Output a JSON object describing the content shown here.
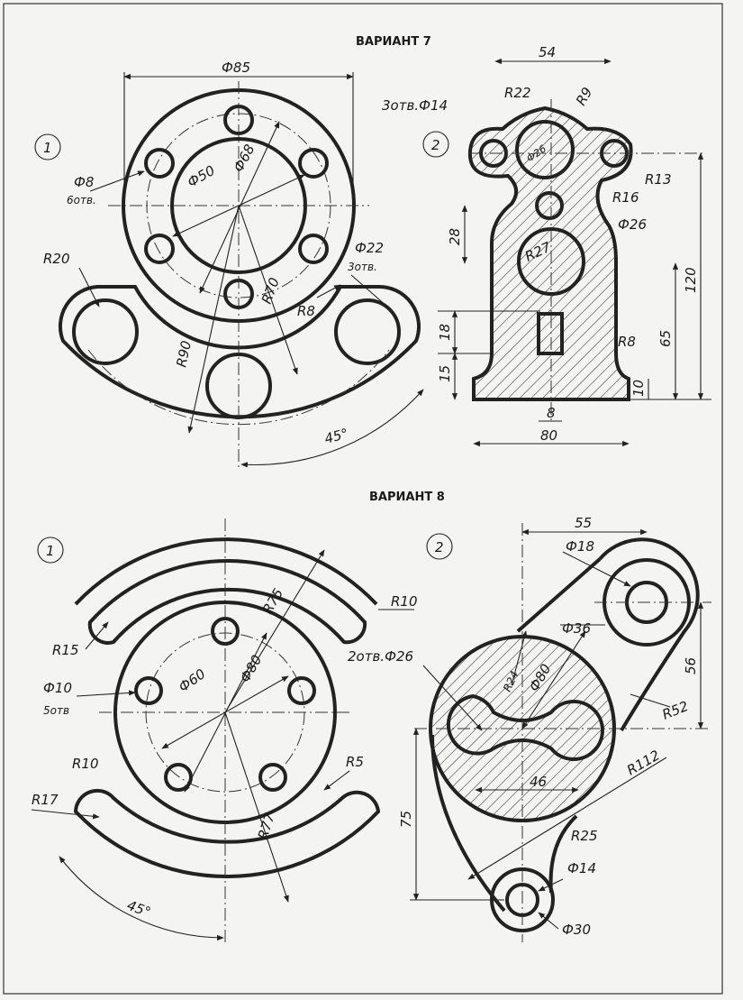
{
  "variant7": {
    "title": "ВАРИАНТ 7",
    "part1": {
      "number": "1",
      "labels": [
        "Ф85",
        "Ф8",
        "6отв.",
        "Ф50",
        "Ф68",
        "R20",
        "Ф22",
        "3отв.",
        "R70",
        "R8",
        "R90",
        "45°"
      ]
    },
    "part2": {
      "number": "2",
      "labels": [
        "54",
        "R22",
        "R9",
        "3отв.Ф14",
        "Ф26",
        "R13",
        "R16",
        "Ф26",
        "28",
        "R27",
        "120",
        "18",
        "65",
        "R8",
        "15",
        "10",
        "8",
        "80"
      ]
    }
  },
  "variant8": {
    "title": "ВАРИАНТ 8",
    "part1": {
      "number": "1",
      "labels": [
        "R10",
        "R75",
        "R15",
        "Ф60",
        "Ф80",
        "Ф10",
        "5отв",
        "R10",
        "R5",
        "R17",
        "R77",
        "45°"
      ]
    },
    "part2": {
      "number": "2",
      "labels": [
        "55",
        "Ф18",
        "Ф36",
        "2отв.Ф26",
        "R24",
        "Ф80",
        "56",
        "R52",
        "46",
        "R112",
        "75",
        "R25",
        "Ф14",
        "Ф30"
      ]
    }
  }
}
